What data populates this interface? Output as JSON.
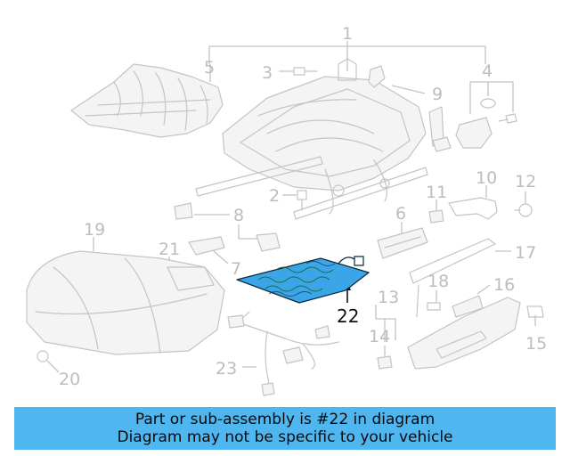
{
  "diagram": {
    "highlighted_part": "22",
    "highlight_color": "#3aa6e8",
    "banner_color": "#4fb6f0",
    "callouts": [
      {
        "id": "1",
        "text": "1"
      },
      {
        "id": "2",
        "text": "2"
      },
      {
        "id": "3",
        "text": "3"
      },
      {
        "id": "4",
        "text": "4"
      },
      {
        "id": "5",
        "text": "5"
      },
      {
        "id": "6",
        "text": "6"
      },
      {
        "id": "7",
        "text": "7"
      },
      {
        "id": "8",
        "text": "8"
      },
      {
        "id": "9",
        "text": "9"
      },
      {
        "id": "10",
        "text": "10"
      },
      {
        "id": "11",
        "text": "11"
      },
      {
        "id": "12",
        "text": "12"
      },
      {
        "id": "13",
        "text": "13"
      },
      {
        "id": "14",
        "text": "14"
      },
      {
        "id": "15",
        "text": "15"
      },
      {
        "id": "16",
        "text": "16"
      },
      {
        "id": "17",
        "text": "17"
      },
      {
        "id": "18",
        "text": "18"
      },
      {
        "id": "19",
        "text": "19"
      },
      {
        "id": "20",
        "text": "20"
      },
      {
        "id": "21",
        "text": "21"
      },
      {
        "id": "22",
        "text": "22"
      },
      {
        "id": "23",
        "text": "23"
      }
    ]
  },
  "banner": {
    "line1": "Part or sub-assembly is #22 in diagram",
    "line2": "Diagram may not be specific to your vehicle"
  }
}
